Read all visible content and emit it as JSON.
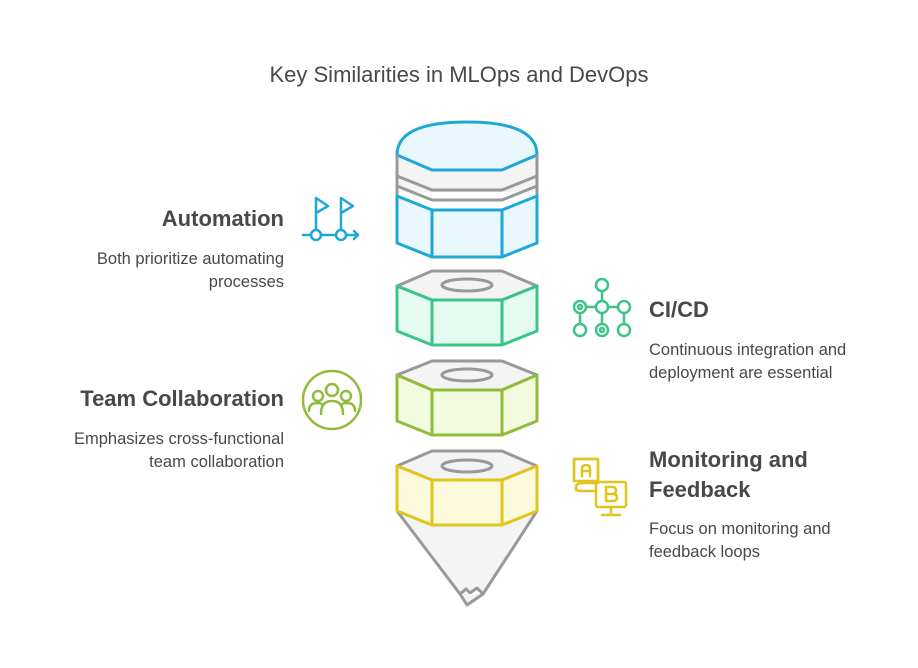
{
  "title": "Key Similarities in MLOps and DevOps",
  "colors": {
    "automation": "#1fa7d6",
    "cicd": "#3cc487",
    "team": "#8fbc3a",
    "monitoring": "#dfc51e",
    "gray": "#999999",
    "text": "#484848"
  },
  "items": [
    {
      "heading": "Automation",
      "description_lines": [
        "Both prioritize automating",
        "processes"
      ],
      "icon": "flags-path-icon",
      "side": "left"
    },
    {
      "heading": "CI/CD",
      "description_lines": [
        "Continuous integration and",
        "deployment are essential"
      ],
      "icon": "network-nodes-icon",
      "side": "right"
    },
    {
      "heading": "Team Collaboration",
      "description_lines": [
        "Emphasizes cross-functional",
        "team collaboration"
      ],
      "icon": "team-group-icon",
      "side": "left"
    },
    {
      "heading_lines": [
        "Monitoring and",
        "Feedback"
      ],
      "description_lines": [
        "Focus on monitoring and",
        "feedback loops"
      ],
      "icon": "ab-test-icon",
      "side": "right"
    }
  ]
}
